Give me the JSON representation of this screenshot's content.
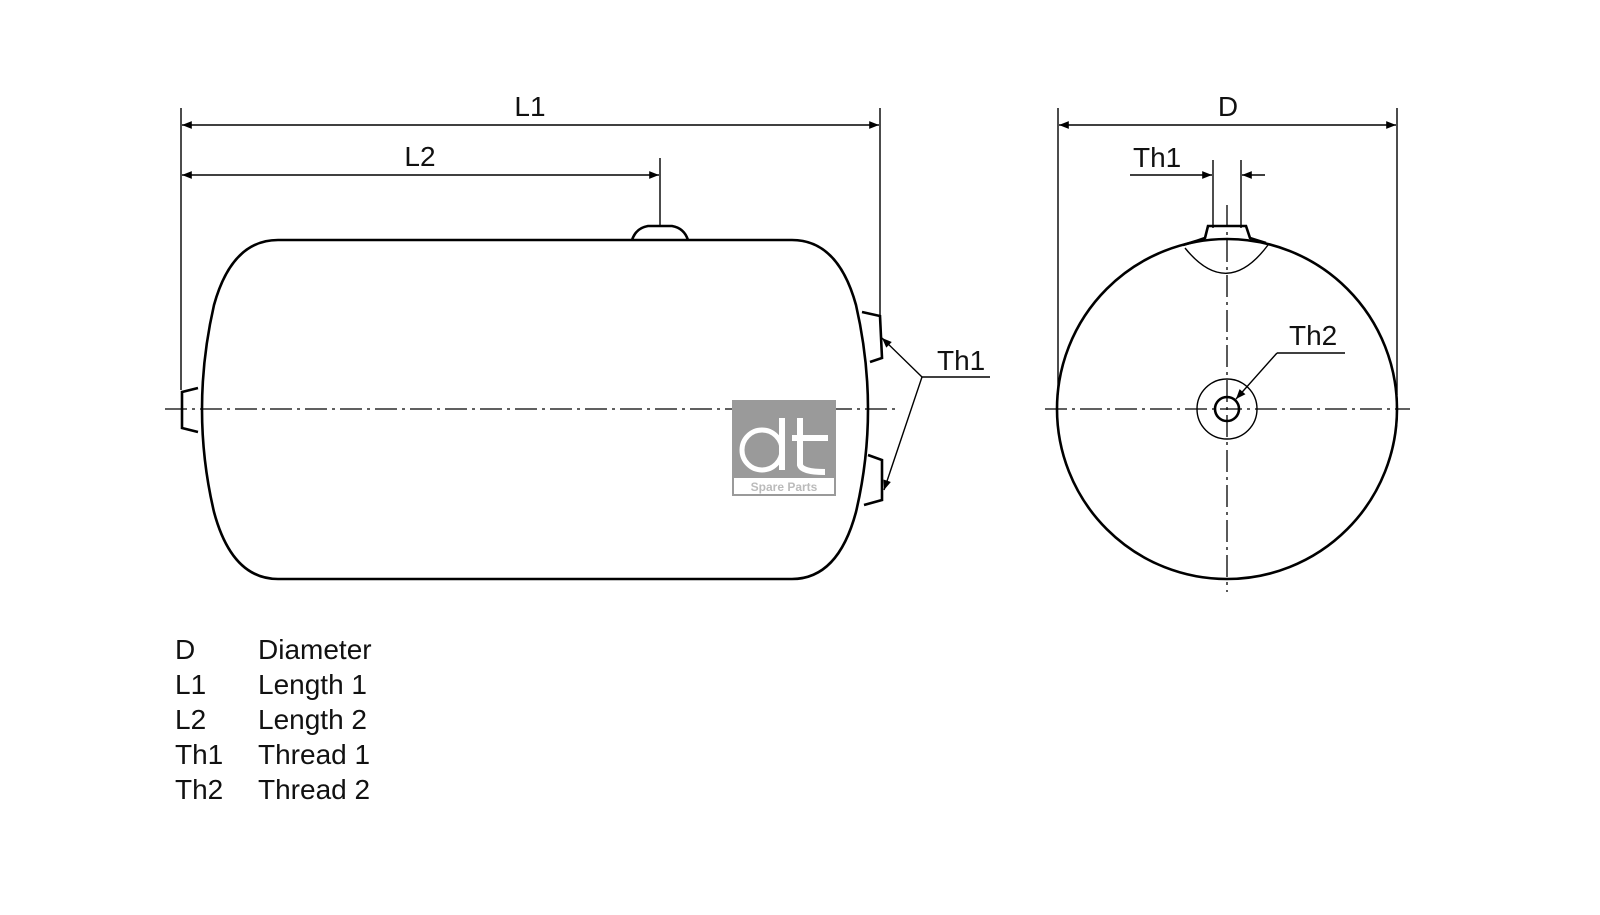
{
  "dimensions": {
    "L1": "L1",
    "L2": "L2",
    "D": "D",
    "Th1": "Th1",
    "Th2": "Th2"
  },
  "logo": {
    "text": "dt",
    "subtitle": "Spare Parts",
    "bg": "#9a9a9a"
  },
  "legend": [
    {
      "key": "D",
      "value": "Diameter"
    },
    {
      "key": "L1",
      "value": "Length 1"
    },
    {
      "key": "L2",
      "value": "Length 2"
    },
    {
      "key": "Th1",
      "value": "Thread 1"
    },
    {
      "key": "Th2",
      "value": "Thread 2"
    }
  ]
}
